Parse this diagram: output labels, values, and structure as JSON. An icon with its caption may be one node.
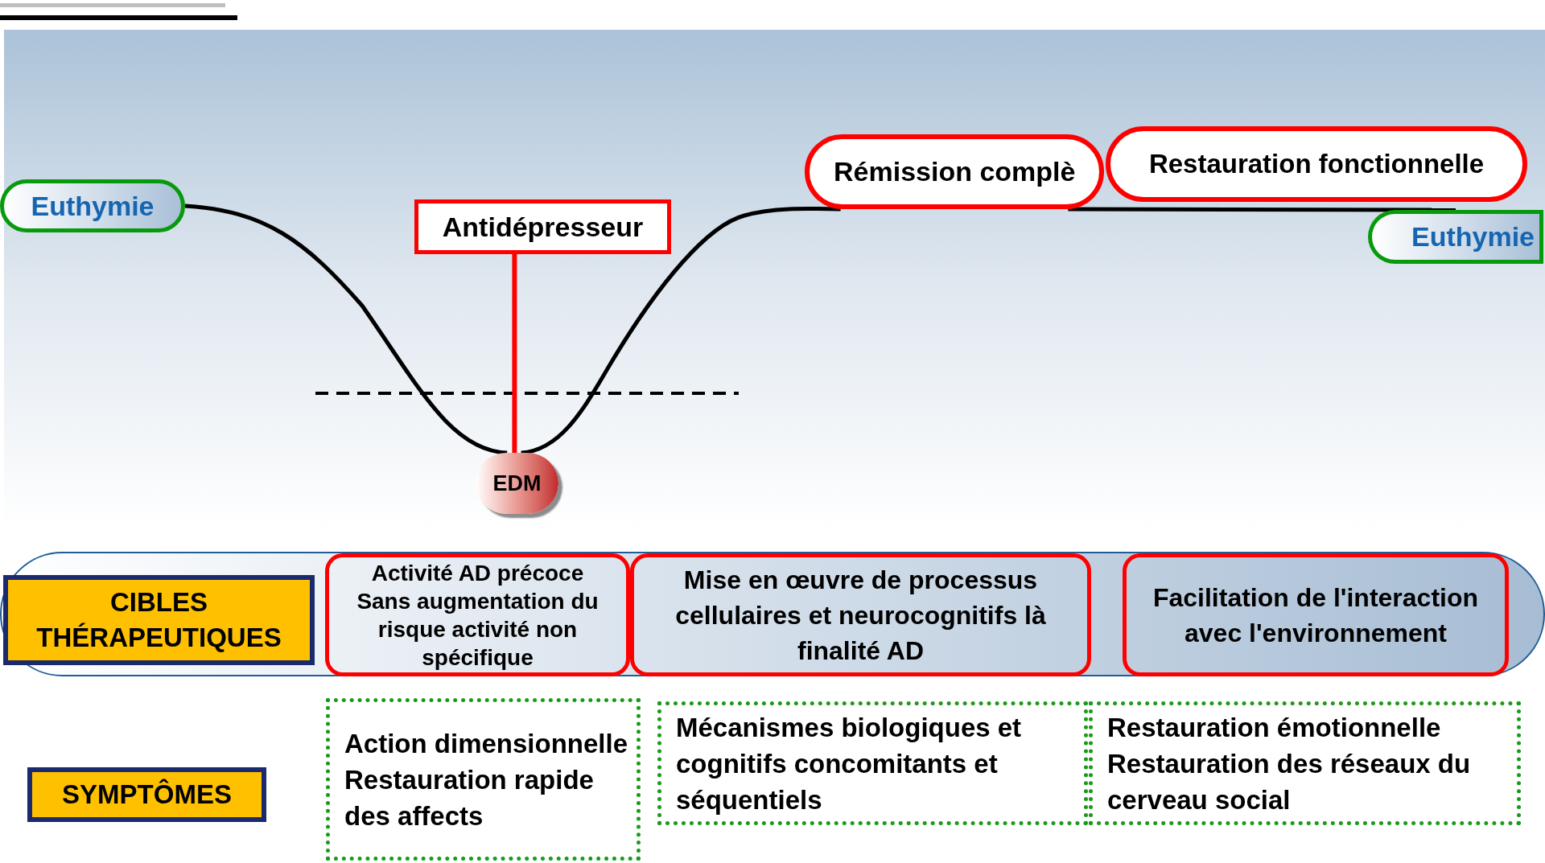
{
  "diagram": {
    "nodes": [
      {
        "text": [
          "Euthymie"
        ]
      },
      {
        "text": [
          "Antidépresseur"
        ]
      },
      {
        "text": [
          "EDM"
        ]
      },
      {
        "text": [
          "Rémission complè"
        ]
      },
      {
        "text": [
          "Restauration fonctionnelle"
        ]
      },
      {
        "text": [
          "Euthymie"
        ]
      },
      {
        "text": [],
        "shape": "box"
      },
      {
        "text": [
          "CIBLES THÉRAPEUTIQUES"
        ],
        "in": 6
      },
      {
        "text": [
          "Activité AD précoce",
          "Sans augmentation du risque activité non spécifique"
        ],
        "in": 6
      },
      {
        "text": [
          "Mise en œuvre de processus cellulaires et neurocognitifs là finalité AD"
        ],
        "in": 6
      },
      {
        "text": [
          "Facilitation de l'interaction avec l'environnement"
        ],
        "in": 6
      },
      {
        "text": [
          "SYMPTÔMES"
        ]
      },
      {
        "text": [
          "Action dimensionnelle",
          "Restauration rapide des affects"
        ]
      },
      {
        "text": [
          "Mécanismes biologiques et cognitifs concomitants et séquentiels"
        ]
      },
      {
        "text": [
          "Restauration émotionnelle",
          "Restauration des réseaux du cerveau social"
        ]
      }
    ],
    "edges": [
      {
        "from": 0,
        "to": 2,
        "arrow": "none"
      },
      {
        "from": 2,
        "to": 3,
        "arrow": "none"
      },
      {
        "from": 3,
        "to": 5,
        "arrow": "none"
      },
      {
        "from": 1,
        "to": 2,
        "arrow": "none",
        "color": "#ff0000"
      }
    ]
  }
}
